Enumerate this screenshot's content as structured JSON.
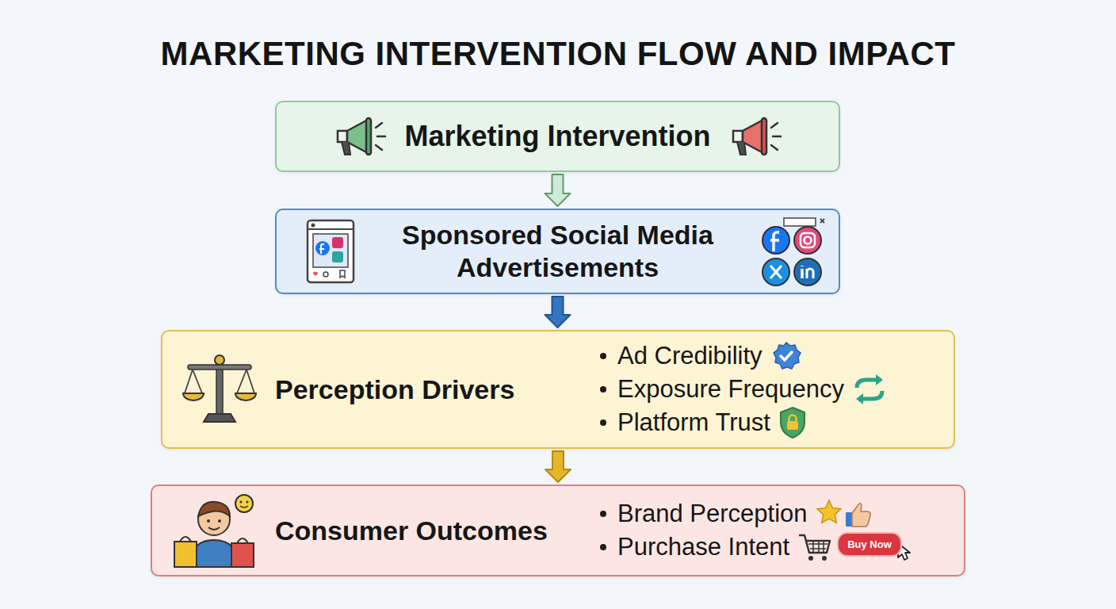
{
  "diagram": {
    "title": "MARKETING INTERVENTION FLOW AND IMPACT",
    "nodes": [
      {
        "text": [
          "Marketing Intervention"
        ]
      },
      {
        "text": [
          "Sponsored Social Media Advertisements"
        ]
      },
      {
        "text": [
          "Perception Drivers",
          "Ad Credibility",
          "Exposure Frequency",
          "Platform Trust"
        ]
      },
      {
        "text": [
          "Consumer Outcomes",
          "Brand Perception",
          "Purchase Intent"
        ]
      }
    ],
    "edges": [
      {
        "from": 0,
        "to": 1,
        "arrow": "to"
      },
      {
        "from": 1,
        "to": 2,
        "arrow": "to"
      },
      {
        "from": 2,
        "to": 3,
        "arrow": "to"
      }
    ],
    "labels": [
      "Buy Now"
    ]
  }
}
